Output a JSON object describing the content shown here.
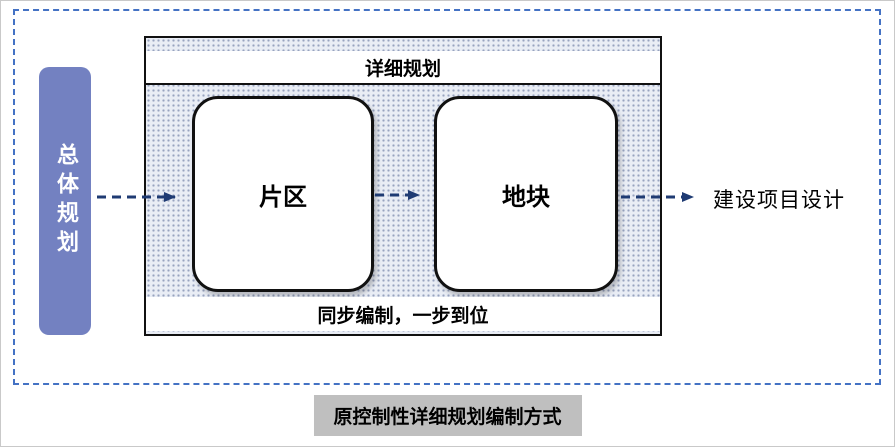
{
  "left_box": {
    "label": "总体规划"
  },
  "container": {
    "title": "详细规划",
    "boxes": [
      {
        "label": "片区"
      },
      {
        "label": "地块"
      }
    ],
    "bottom_note": "同步编制，一步到位"
  },
  "right_label": "建设项目设计",
  "caption": "原控制性详细规划编制方式",
  "colors": {
    "dashed_border": "#4472c4",
    "master_box": "#7381c1",
    "arrow": "#1f3b73",
    "pattern_bg": "#e9edf5",
    "pattern_dot": "#97a3bf",
    "caption_bg": "#bfbfbf",
    "node_border": "#111111"
  }
}
